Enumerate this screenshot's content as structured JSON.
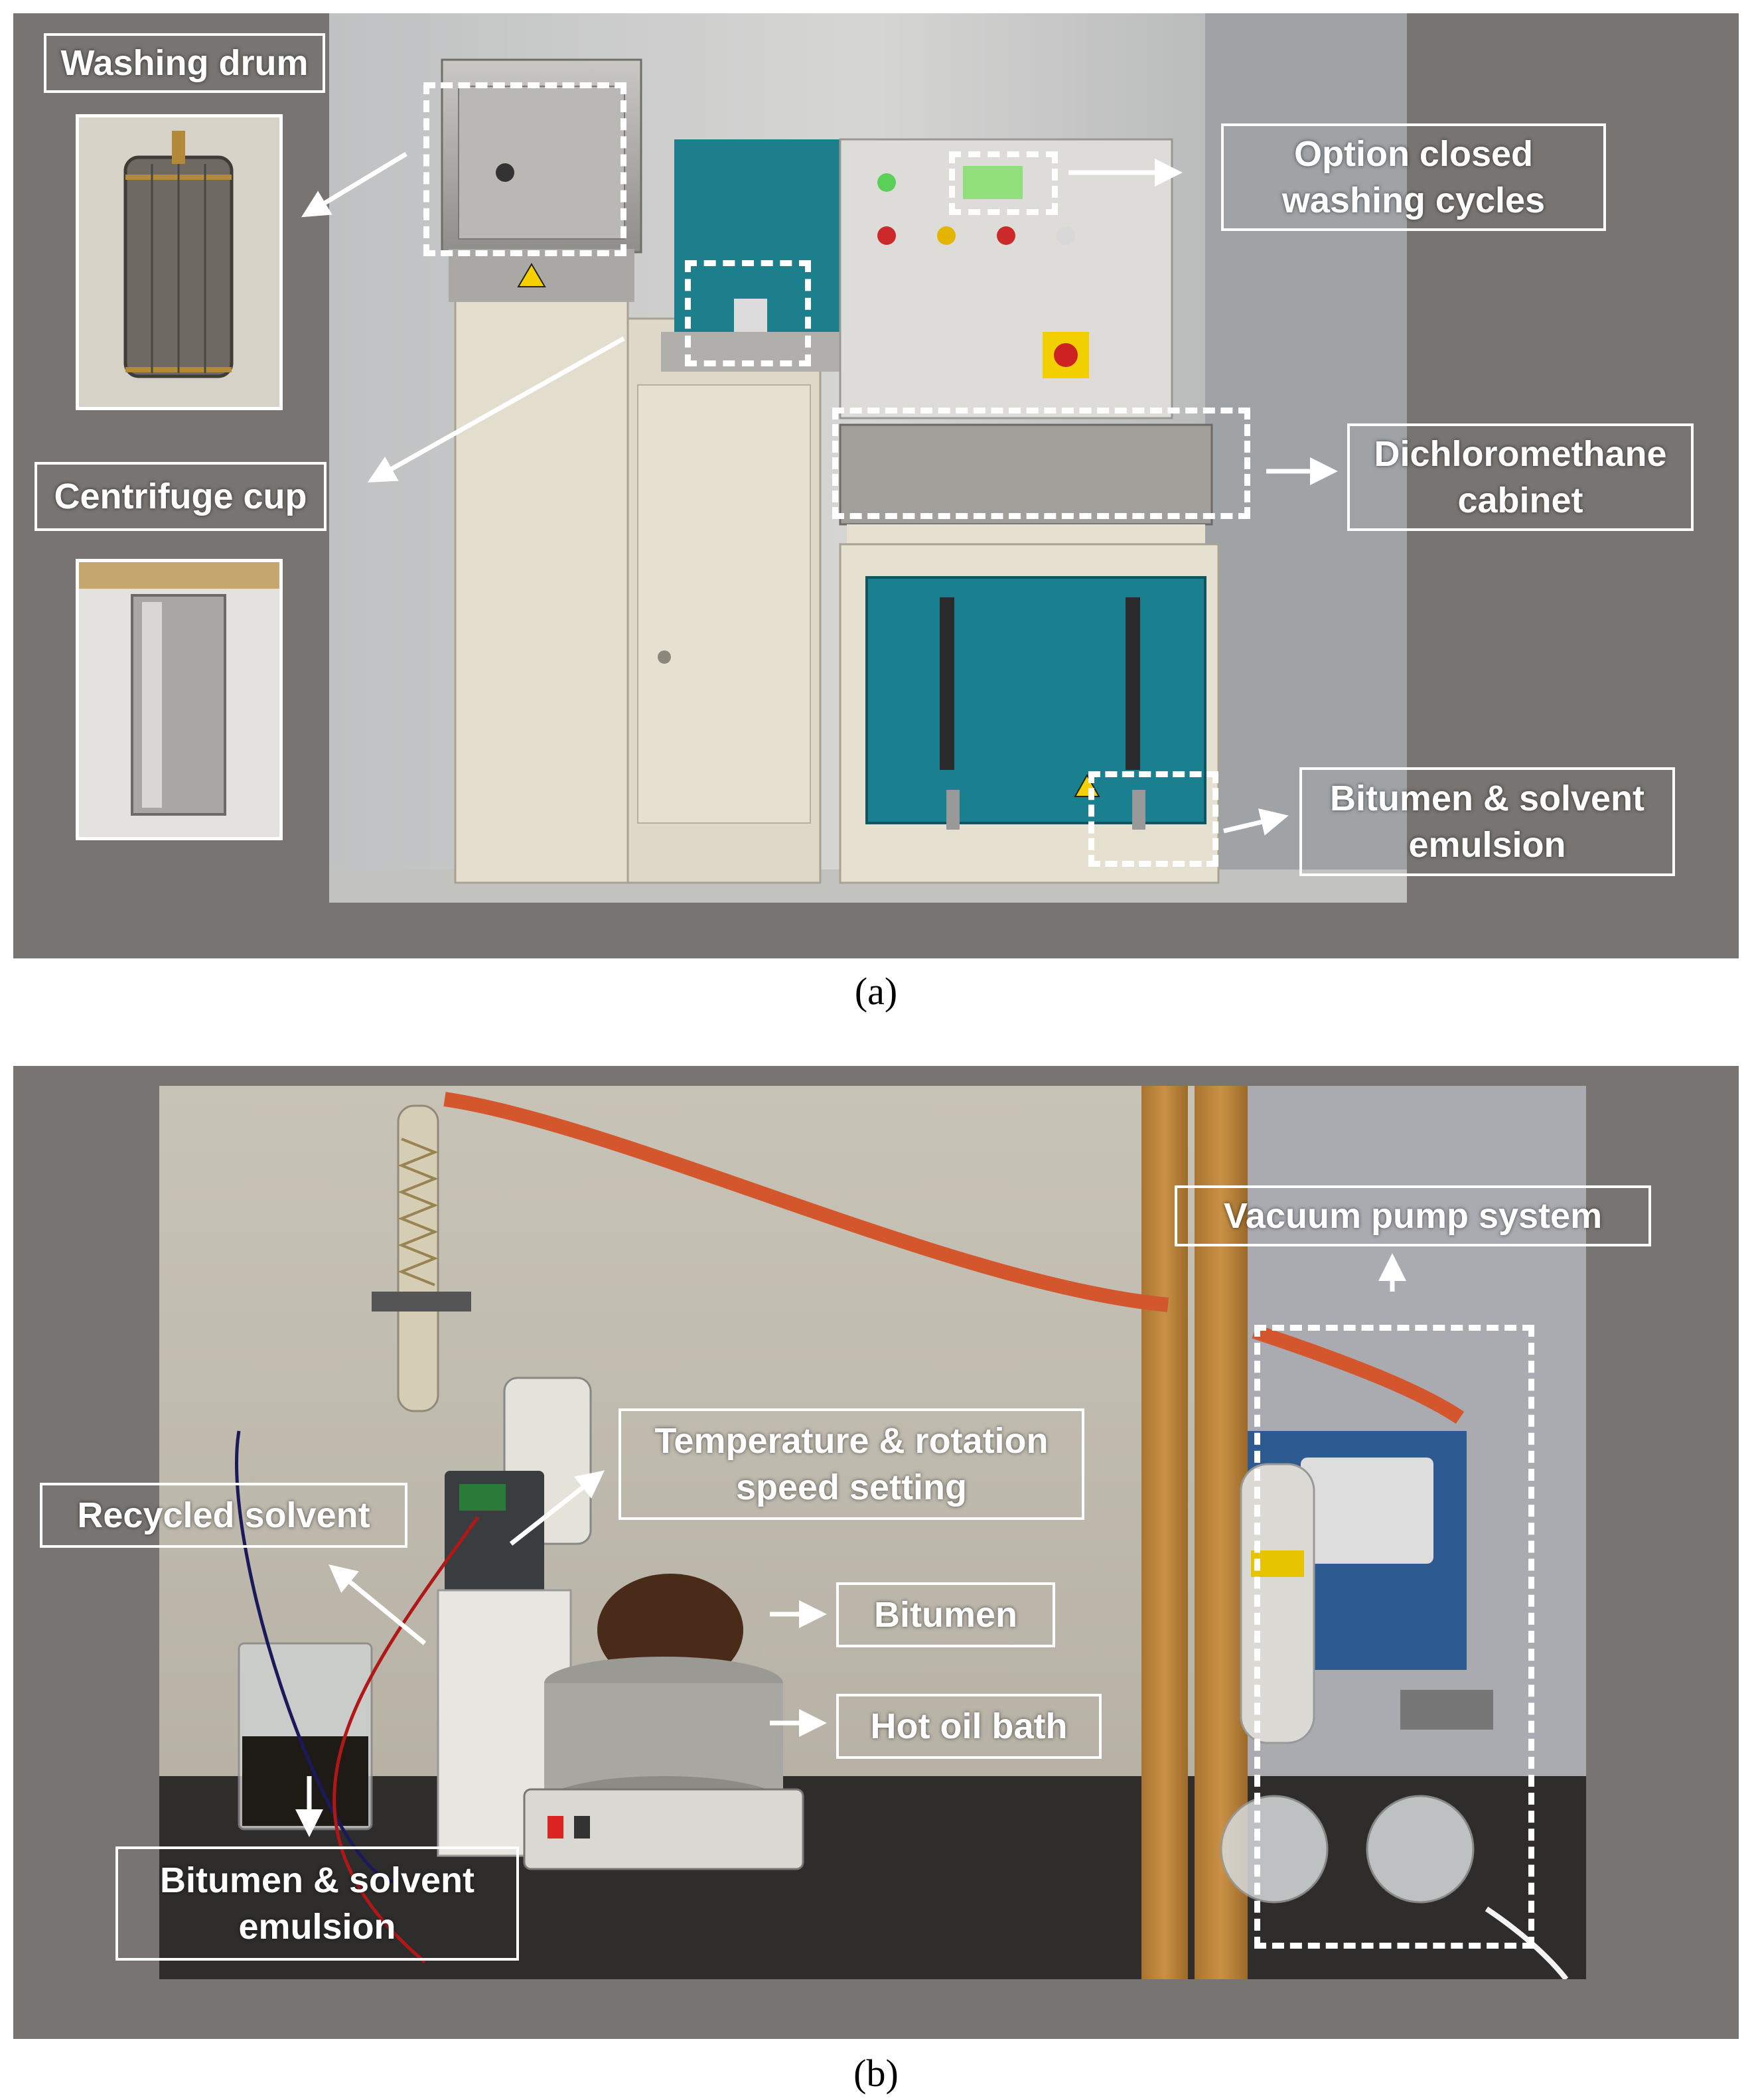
{
  "figure": {
    "caption_a": "(a)",
    "caption_b": "(b)"
  },
  "panel_a": {
    "labels": {
      "washing_drum": "Washing drum",
      "centrifuge_cup": "Centrifuge cup",
      "option_closed_line1": "Option closed",
      "option_closed_line2": "washing cycles",
      "dcm_line1": "Dichloromethane",
      "dcm_line2": "cabinet",
      "emulsion_line1": "Bitumen & solvent",
      "emulsion_line2": "emulsion"
    }
  },
  "panel_b": {
    "labels": {
      "temp_line1": "Temperature & rotation",
      "temp_line2": "speed setting",
      "recycled_solvent": "Recycled solvent",
      "bitumen": "Bitumen",
      "hot_oil_bath": "Hot oil bath",
      "vacuum_pump": "Vacuum pump system",
      "emulsion_line1": "Bitumen & solvent",
      "emulsion_line2": "emulsion"
    }
  }
}
